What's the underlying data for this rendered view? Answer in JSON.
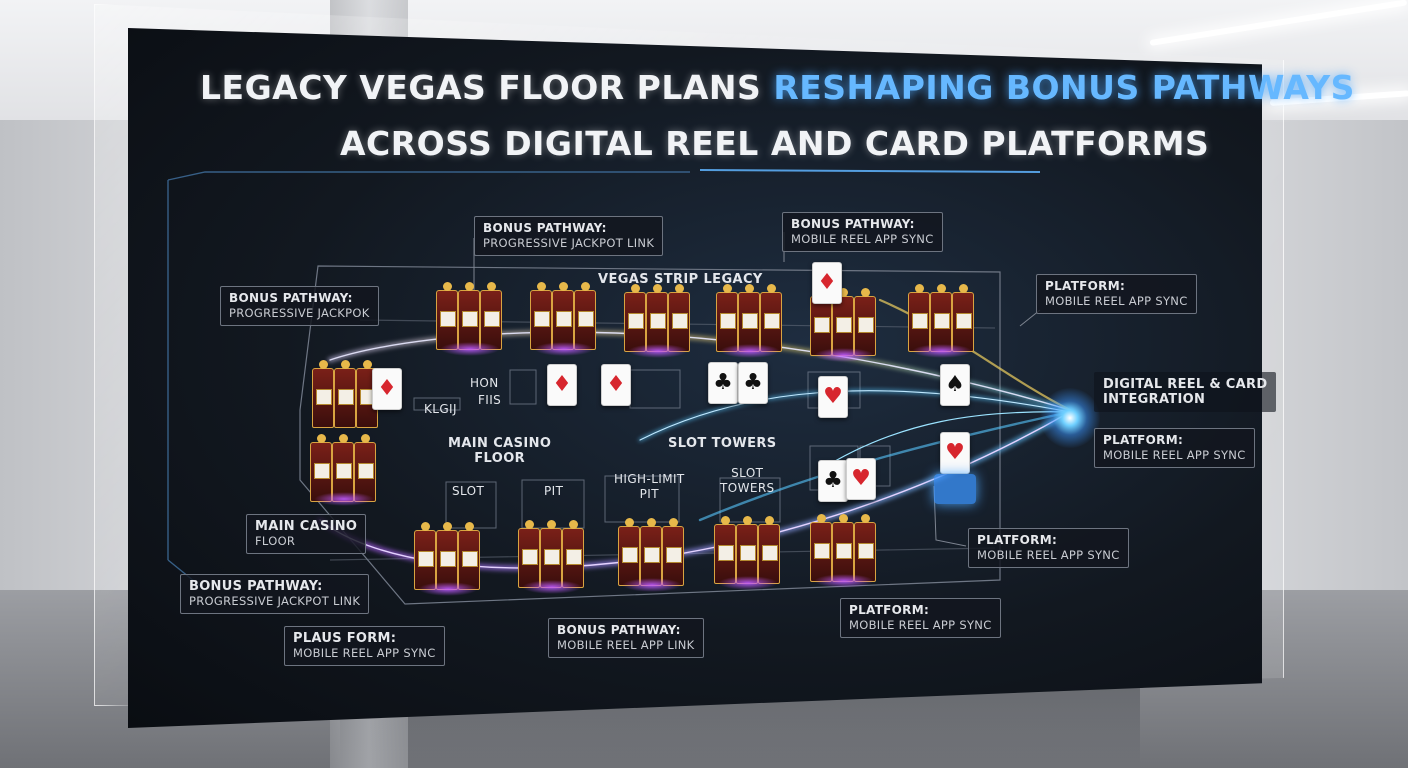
{
  "title": {
    "line1_white": "LEGACY VEGAS FLOOR PLANS",
    "line1_blue": "RESHAPING BONUS PATHWAYS",
    "line2": "ACROSS DIGITAL REEL AND CARD PLATFORMS"
  },
  "zones": {
    "vegas_strip": "VEGAS STRIP LEGACY",
    "hon": "HON",
    "fiis": "FIIS",
    "kigj": "KLGIJ",
    "main_casino_l1": "MAIN CASINO",
    "main_casino_l2": "FLOOR",
    "slot_towers_upper": "SLOT TOWERS",
    "slot": "SLOT",
    "pit": "PIT",
    "high_limit_l1": "HIGH-LIMIT",
    "high_limit_l2": "PIT",
    "slot_towers_lower_l1": "SLOT",
    "slot_towers_lower_l2": "TOWERS"
  },
  "callouts": {
    "top_center": {
      "heading": "BONUS PATHWAY:",
      "sub": "PROGRESSIVE JACKPOT LINK"
    },
    "top_right": {
      "heading": "BONUS PATHWAY:",
      "sub": "MOBILE REEL APP SYNC"
    },
    "left_upper": {
      "heading": "BONUS PATHWAY:",
      "sub": "PROGRESSIVE JACKPOK"
    },
    "right_upper": {
      "heading": "PLATFORM:",
      "sub": "MOBILE REEL APP SYNC"
    },
    "hub": {
      "heading": "DIGITAL REEL & CARD",
      "sub": "INTEGRATION"
    },
    "right_mid": {
      "heading": "PLATFORM:",
      "sub": "MOBILE REEL APP SYNC"
    },
    "main_floor": {
      "heading": "MAIN CASINO",
      "sub": "FLOOR"
    },
    "right_low": {
      "heading": "PLATFORM:",
      "sub": "MOBILE REEL APP SYNC"
    },
    "left_low": {
      "heading": "BONUS PATHWAY:",
      "sub": "PROGRESSIVE JACKPOT LINK"
    },
    "bottom_center": {
      "heading": "BONUS PATHWAY:",
      "sub": "MOBILE REEL APP LINK"
    },
    "bottom_right": {
      "heading": "PLATFORM:",
      "sub": "MOBILE REEL APP SYNC"
    },
    "bottom_left": {
      "heading": "PLAUS FORM:",
      "sub": "MOBILE REEL APP SYNC"
    }
  },
  "colors": {
    "accent_blue": "#66b8ff",
    "path_purple": "#b85cff",
    "path_cyan": "#58c8ff",
    "path_gold": "#f0d060",
    "screen_bg": "#121820"
  }
}
